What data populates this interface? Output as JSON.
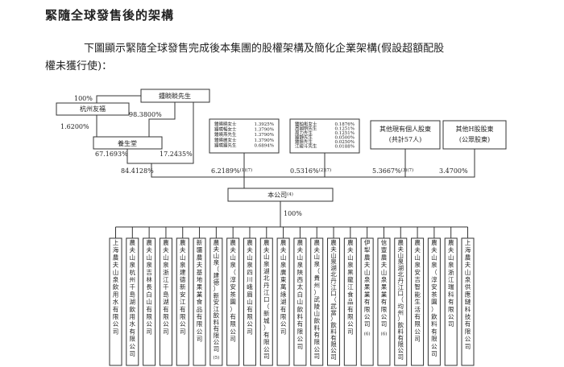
{
  "heading": "緊隨全球發售後的架構",
  "intro": {
    "line1": "下圖顯示緊隨全球發售完成後本集團的股權架構及簡化企業架構(假設超額配股",
    "line2": "權未獲行使)："
  },
  "nodes": {
    "zhong": "鍾睒睒先生",
    "hangzhou": "杭州友福",
    "yangsheng": "養生堂",
    "company": "本公司",
    "company_note": "(4)",
    "other_individual_1": "其他現有個人股東",
    "other_individual_2": "(共計57人)",
    "other_h_1": "其他H股股東",
    "other_h_2": "(公眾股東)"
  },
  "family_group_1": [
    {
      "name": "鍾曉曉女士",
      "pct": "1.3925%"
    },
    {
      "name": "鍾曉暢女士",
      "pct": "1.3790%"
    },
    {
      "name": "鍾曉燕先生",
      "pct": "1.3790%"
    },
    {
      "name": "鍾曉麗女士",
      "pct": "1.3790%"
    },
    {
      "name": "鍾曉鍾先生",
      "pct": "0.6894%"
    }
  ],
  "family_group_2": [
    {
      "name": "鍾柏彬女士",
      "pct": "0.1876%"
    },
    {
      "name": "周國明先生",
      "pct": "0.1251%"
    },
    {
      "name": "周力先生",
      "pct": "0.1251%"
    },
    {
      "name": "鍾靜先生",
      "pct": "0.0500%"
    },
    {
      "name": "鍾振先生",
      "pct": "0.0250%"
    },
    {
      "name": "江峻斗先生",
      "pct": "0.0188%"
    }
  ],
  "edges": {
    "p_100_hz": "100%",
    "p_zhong_ys": "98.3800%",
    "p_hz_ys": "1.6200%",
    "p_ys_company": "67.1693%",
    "p_zhong_company": "17.2435%",
    "p_ctrl_total": "84.4128%",
    "p_family1": "6.2189%",
    "p_family1_note": "(1)(7)",
    "p_family2": "0.5316%",
    "p_family2_note": "(2)(7)",
    "p_other_individual": "5.3667%",
    "p_other_individual_note": "(3)(7)",
    "p_other_h": "3.4700%",
    "p_subsidiaries": "100%"
  },
  "subsidiaries": [
    {
      "name": "上海農夫山泉飲用水有限公司"
    },
    {
      "name": "農夫山泉杭州千島湖飲用水有限公司"
    },
    {
      "name": "農夫山泉吉林長白山有限公司"
    },
    {
      "name": "農夫山泉浙江千島湖有限公司"
    },
    {
      "name": "農夫山泉建德新安江有限公司"
    },
    {
      "name": "新疆農夫基地果業食品有限公司"
    },
    {
      "name": "農夫山泉（建德）新安江飲料有限公司",
      "note": "(5)"
    },
    {
      "name": "農夫山泉（淳安茶園）有限公司"
    },
    {
      "name": "農夫山泉四川峨眉山有限公司"
    },
    {
      "name": "農夫山泉湖北丹江口（新城）有限公司"
    },
    {
      "name": "農夫山泉廣東萬綠湖有限公司"
    },
    {
      "name": "農夫山泉陝西太白山飲料有限公司"
    },
    {
      "name": "農夫山泉（貴州）武陵山飲料有限公司"
    },
    {
      "name": "農夫山泉湖北丹江口（武當）飲料有限公司"
    },
    {
      "name": "農夫山泉黑龍江食品有限公司"
    },
    {
      "name": "伊犁農夫山泉果業有限公司",
      "note": "(6)"
    },
    {
      "name": "信豐農夫山泉果業有限公司",
      "note": "(6)"
    },
    {
      "name": "農夫山泉湖北丹江口（均州）飲料有限公司"
    },
    {
      "name": "農夫山泉安吉智能生活有限公司"
    },
    {
      "name": "農夫山泉（淳安茶園）飲料有限公司"
    },
    {
      "name": "農夫山泉浙江瑞科有限公司"
    },
    {
      "name": "上海農夫山泉供應鏈科技有限公司"
    }
  ]
}
